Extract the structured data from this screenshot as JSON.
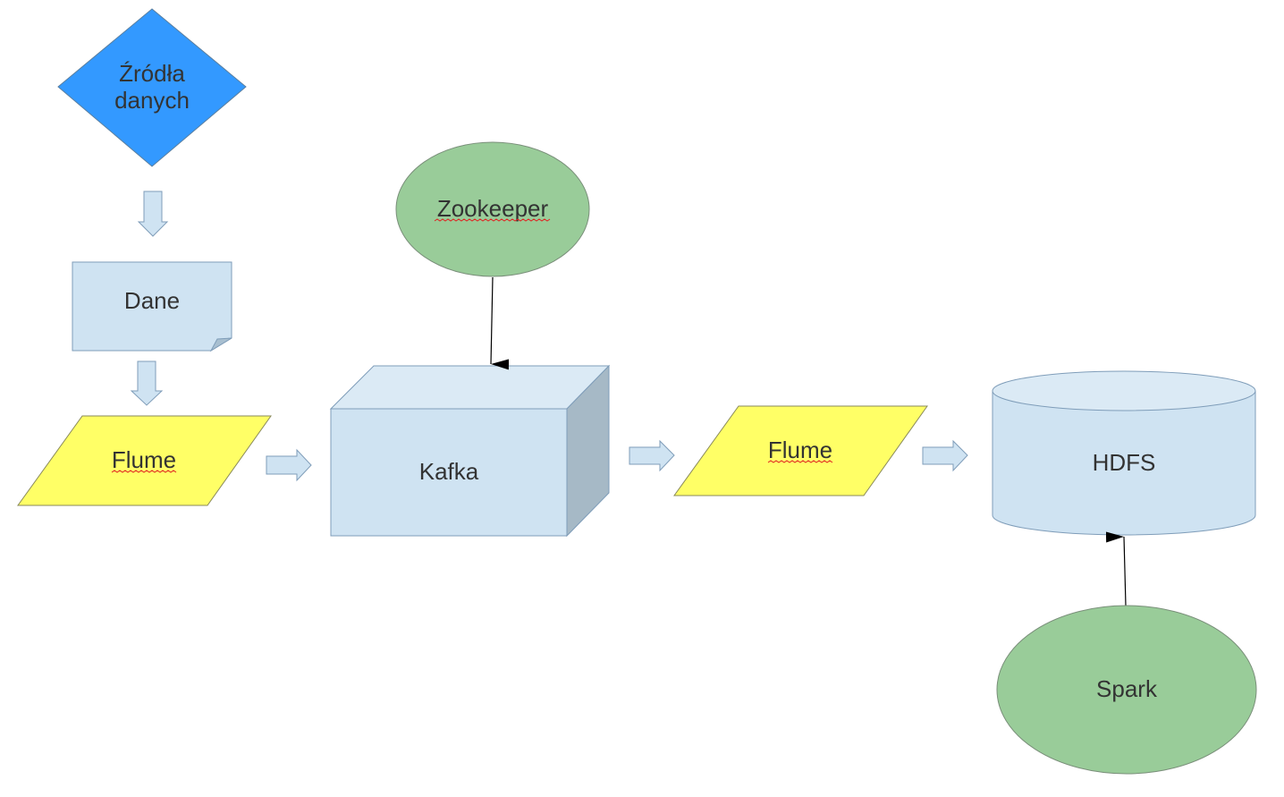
{
  "nodes": {
    "sources": {
      "line1": "Źródła",
      "line2": "danych",
      "shape": "diamond",
      "color": "#3399ff"
    },
    "data": {
      "label": "Dane",
      "shape": "note",
      "color": "#cfe3f2"
    },
    "flume_in": {
      "label": "Flume",
      "shape": "parallelogram",
      "color": "#ffff66"
    },
    "kafka": {
      "label": "Kafka",
      "shape": "cube",
      "color": "#cfe3f2"
    },
    "zookeeper": {
      "label": "Zookeeper",
      "shape": "ellipse",
      "color": "#99cc99"
    },
    "flume_out": {
      "label": "Flume",
      "shape": "parallelogram",
      "color": "#ffff66"
    },
    "hdfs": {
      "label": "HDFS",
      "shape": "cylinder",
      "color": "#cfe3f2"
    },
    "spark": {
      "label": "Spark",
      "shape": "ellipse",
      "color": "#99cc99"
    }
  },
  "edges": [
    {
      "from": "sources",
      "to": "data",
      "style": "block-arrow"
    },
    {
      "from": "data",
      "to": "flume_in",
      "style": "block-arrow"
    },
    {
      "from": "flume_in",
      "to": "kafka",
      "style": "block-arrow"
    },
    {
      "from": "zookeeper",
      "to": "kafka",
      "style": "line-arrow"
    },
    {
      "from": "kafka",
      "to": "flume_out",
      "style": "block-arrow"
    },
    {
      "from": "flume_out",
      "to": "hdfs",
      "style": "block-arrow"
    },
    {
      "from": "spark",
      "to": "hdfs",
      "style": "line-arrow"
    }
  ]
}
